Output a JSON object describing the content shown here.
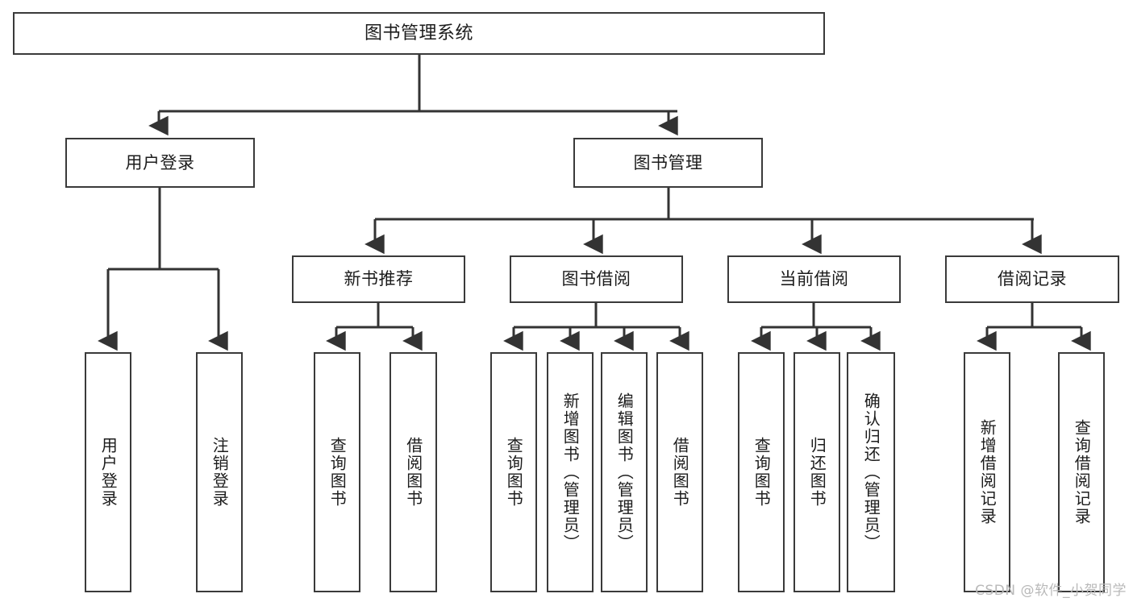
{
  "diagram": {
    "type": "tree",
    "title": "图书管理系统",
    "colors": {
      "box_border": "#3a3a3a",
      "box_fill": "#ffffff",
      "connector": "#333333",
      "text": "#1c1c1c",
      "watermark": "#b9b9b9",
      "background": "#ffffff"
    },
    "root": {
      "label": "图书管理系统"
    },
    "level2": [
      {
        "label": "用户登录"
      },
      {
        "label": "图书管理"
      }
    ],
    "level3": [
      {
        "label": "新书推荐"
      },
      {
        "label": "图书借阅"
      },
      {
        "label": "当前借阅"
      },
      {
        "label": "借阅记录"
      }
    ],
    "leaves": [
      {
        "label": "用户登录",
        "parent": "用户登录"
      },
      {
        "label": "注销登录",
        "parent": "用户登录"
      },
      {
        "label": "查询图书",
        "parent": "新书推荐"
      },
      {
        "label": "借阅图书",
        "parent": "新书推荐"
      },
      {
        "label": "查询图书",
        "parent": "图书借阅"
      },
      {
        "label": "新增图书（管理员）",
        "parent": "图书借阅"
      },
      {
        "label": "编辑图书（管理员）",
        "parent": "图书借阅"
      },
      {
        "label": "借阅图书",
        "parent": "图书借阅"
      },
      {
        "label": "查询图书",
        "parent": "当前借阅"
      },
      {
        "label": "归还图书",
        "parent": "当前借阅"
      },
      {
        "label": "确认归还（管理员）",
        "parent": "当前借阅"
      },
      {
        "label": "新增借阅记录",
        "parent": "借阅记录"
      },
      {
        "label": "查询借阅记录",
        "parent": "借阅记录"
      }
    ]
  },
  "watermark": {
    "text": "CSDN @软件_小贺同学"
  }
}
